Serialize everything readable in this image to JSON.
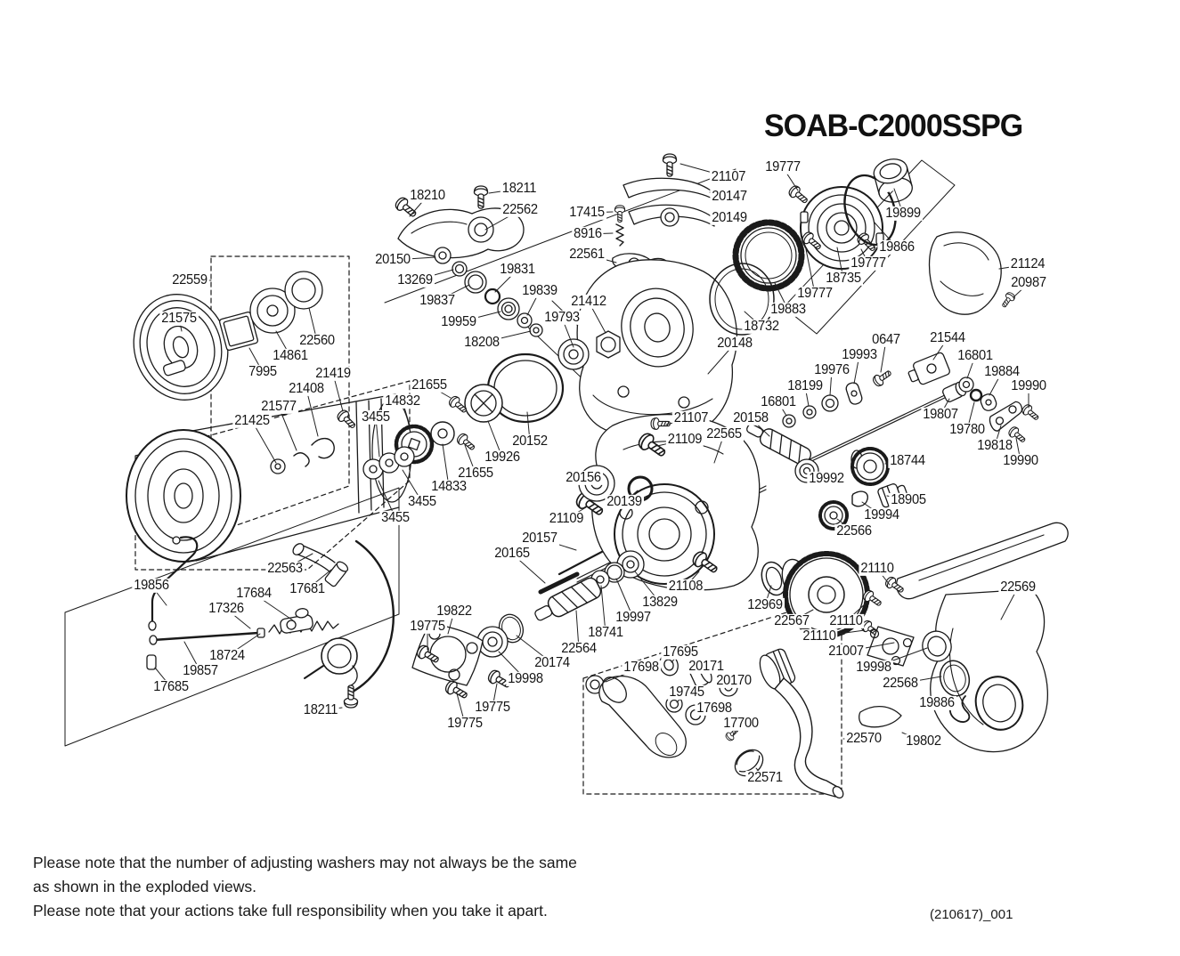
{
  "title": "SOAB-C2000SSPG",
  "doc_code": "(210617)_001",
  "notes": {
    "line1": "Please note that the number of adjusting washers may not always be the same",
    "line2": "as shown in the exploded views.",
    "line3": "Please note that your actions take full responsibility when you take it apart."
  },
  "diagram": {
    "type": "exploded-parts-schematic",
    "product": "spinning reel"
  },
  "labels": [
    [
      "18210",
      480,
      220,
      460,
      243
    ],
    [
      "18211",
      583,
      212,
      549,
      217
    ],
    [
      "22562",
      584,
      236,
      545,
      258
    ],
    [
      "17415",
      659,
      239,
      688,
      238
    ],
    [
      "8916",
      660,
      263,
      688,
      262
    ],
    [
      "22561",
      659,
      286,
      692,
      295
    ],
    [
      "21107",
      818,
      199,
      764,
      184
    ],
    [
      "20147",
      819,
      221,
      797,
      216
    ],
    [
      "20149",
      819,
      245,
      799,
      248
    ],
    [
      "19777",
      879,
      188,
      896,
      214
    ],
    [
      "19899",
      1014,
      240,
      1004,
      212
    ],
    [
      "19866",
      1007,
      278,
      982,
      250
    ],
    [
      "19777",
      975,
      296,
      967,
      280
    ],
    [
      "18735",
      947,
      313,
      940,
      278
    ],
    [
      "19777",
      915,
      330,
      905,
      280
    ],
    [
      "19883",
      885,
      348,
      870,
      318
    ],
    [
      "18732",
      855,
      367,
      836,
      350
    ],
    [
      "21124",
      1154,
      297,
      1122,
      302
    ],
    [
      "20987",
      1155,
      318,
      1138,
      334
    ],
    [
      "20150",
      441,
      292,
      489,
      289
    ],
    [
      "13269",
      466,
      315,
      509,
      303
    ],
    [
      "19837",
      491,
      338,
      527,
      320
    ],
    [
      "19831",
      581,
      303,
      556,
      328
    ],
    [
      "19839",
      606,
      327,
      592,
      354
    ],
    [
      "19959",
      515,
      362,
      562,
      350
    ],
    [
      "18208",
      541,
      385,
      596,
      372
    ],
    [
      "19793",
      631,
      357,
      644,
      390
    ],
    [
      "21412",
      661,
      339,
      680,
      374
    ],
    [
      "20148",
      825,
      386,
      795,
      420
    ],
    [
      "22559",
      213,
      315,
      237,
      315
    ],
    [
      "21575",
      201,
      358,
      204,
      372
    ],
    [
      "22560",
      356,
      383,
      347,
      346
    ],
    [
      "14861",
      326,
      400,
      310,
      372
    ],
    [
      "7995",
      295,
      418,
      280,
      391
    ],
    [
      "21419",
      374,
      420,
      385,
      462
    ],
    [
      "21408",
      344,
      437,
      357,
      490
    ],
    [
      "21577",
      313,
      457,
      333,
      506
    ],
    [
      "21425",
      283,
      473,
      310,
      520
    ],
    [
      "21655",
      482,
      433,
      506,
      447
    ],
    [
      "14832",
      452,
      451,
      461,
      481
    ],
    [
      "3455",
      422,
      469,
      426,
      513
    ],
    [
      "20152",
      595,
      496,
      592,
      463
    ],
    [
      "19926",
      564,
      514,
      548,
      473
    ],
    [
      "21655",
      534,
      532,
      522,
      500
    ],
    [
      "14833",
      504,
      547,
      497,
      499
    ],
    [
      "3455",
      474,
      564,
      452,
      528
    ],
    [
      "3455",
      444,
      582,
      425,
      540
    ],
    [
      "0647",
      995,
      382,
      989,
      418
    ],
    [
      "19993",
      965,
      399,
      959,
      431
    ],
    [
      "19976",
      934,
      416,
      932,
      444
    ],
    [
      "18199",
      904,
      434,
      908,
      456
    ],
    [
      "16801",
      874,
      452,
      883,
      467
    ],
    [
      "20158",
      843,
      470,
      864,
      490
    ],
    [
      "21544",
      1064,
      380,
      1048,
      404
    ],
    [
      "16801",
      1095,
      400,
      1086,
      425
    ],
    [
      "19884",
      1125,
      418,
      1111,
      444
    ],
    [
      "19990",
      1155,
      434,
      1155,
      458
    ],
    [
      "19807",
      1056,
      466,
      1066,
      448
    ],
    [
      "19780",
      1086,
      483,
      1094,
      452
    ],
    [
      "19818",
      1117,
      501,
      1124,
      478
    ],
    [
      "19990",
      1146,
      518,
      1141,
      492
    ],
    [
      "21107",
      776,
      470,
      748,
      477
    ],
    [
      "21109",
      769,
      494,
      738,
      501
    ],
    [
      "22565",
      813,
      488,
      802,
      520
    ],
    [
      "20156",
      655,
      537,
      668,
      542
    ],
    [
      "20139",
      701,
      564,
      716,
      551
    ],
    [
      "21109",
      636,
      583,
      658,
      570
    ],
    [
      "20157",
      606,
      605,
      647,
      618
    ],
    [
      "20165",
      575,
      622,
      612,
      655
    ],
    [
      "18744",
      1019,
      518,
      994,
      521
    ],
    [
      "19992",
      928,
      538,
      908,
      531
    ],
    [
      "18905",
      1020,
      562,
      996,
      557
    ],
    [
      "19994",
      990,
      579,
      968,
      564
    ],
    [
      "22566",
      959,
      597,
      940,
      583
    ],
    [
      "21108",
      770,
      659,
      785,
      642
    ],
    [
      "13829",
      741,
      677,
      713,
      642
    ],
    [
      "19997",
      711,
      694,
      692,
      650
    ],
    [
      "18741",
      680,
      711,
      675,
      658
    ],
    [
      "22564",
      650,
      729,
      647,
      686
    ],
    [
      "20174",
      620,
      745,
      580,
      714
    ],
    [
      "19998",
      590,
      763,
      560,
      732
    ],
    [
      "12969",
      859,
      680,
      866,
      658
    ],
    [
      "22567",
      889,
      698,
      913,
      685
    ],
    [
      "21110",
      985,
      639,
      999,
      657
    ],
    [
      "21110",
      950,
      698,
      973,
      677
    ],
    [
      "21110",
      920,
      715,
      971,
      708
    ],
    [
      "21007",
      950,
      732,
      1004,
      722
    ],
    [
      "19998",
      981,
      750,
      1041,
      728
    ],
    [
      "22568",
      1011,
      768,
      1057,
      760
    ],
    [
      "19886",
      1052,
      790,
      1069,
      793
    ],
    [
      "22569",
      1143,
      660,
      1124,
      696
    ],
    [
      "19802",
      1037,
      833,
      1013,
      823
    ],
    [
      "22570",
      970,
      830,
      947,
      830
    ],
    [
      "19856",
      170,
      658,
      187,
      680
    ],
    [
      "22563",
      320,
      639,
      351,
      622
    ],
    [
      "17681",
      345,
      662,
      372,
      640
    ],
    [
      "17684",
      285,
      667,
      329,
      697
    ],
    [
      "17326",
      254,
      684,
      281,
      706
    ],
    [
      "18724",
      255,
      737,
      292,
      712
    ],
    [
      "19857",
      225,
      754,
      207,
      721
    ],
    [
      "17685",
      192,
      772,
      174,
      750
    ],
    [
      "18211",
      360,
      798,
      384,
      795
    ],
    [
      "19822",
      510,
      687,
      503,
      712
    ],
    [
      "19775",
      480,
      704,
      480,
      730
    ],
    [
      "19775",
      553,
      795,
      558,
      768
    ],
    [
      "19775",
      522,
      813,
      513,
      779
    ],
    [
      "17695",
      764,
      733,
      754,
      744
    ],
    [
      "20171",
      793,
      749,
      788,
      756
    ],
    [
      "20170",
      824,
      765,
      820,
      770
    ],
    [
      "17698",
      720,
      750,
      680,
      766
    ],
    [
      "19745",
      771,
      778,
      760,
      789
    ],
    [
      "17698",
      802,
      796,
      785,
      801
    ],
    [
      "17700",
      832,
      813,
      823,
      826
    ],
    [
      "22571",
      859,
      874,
      849,
      863
    ]
  ]
}
